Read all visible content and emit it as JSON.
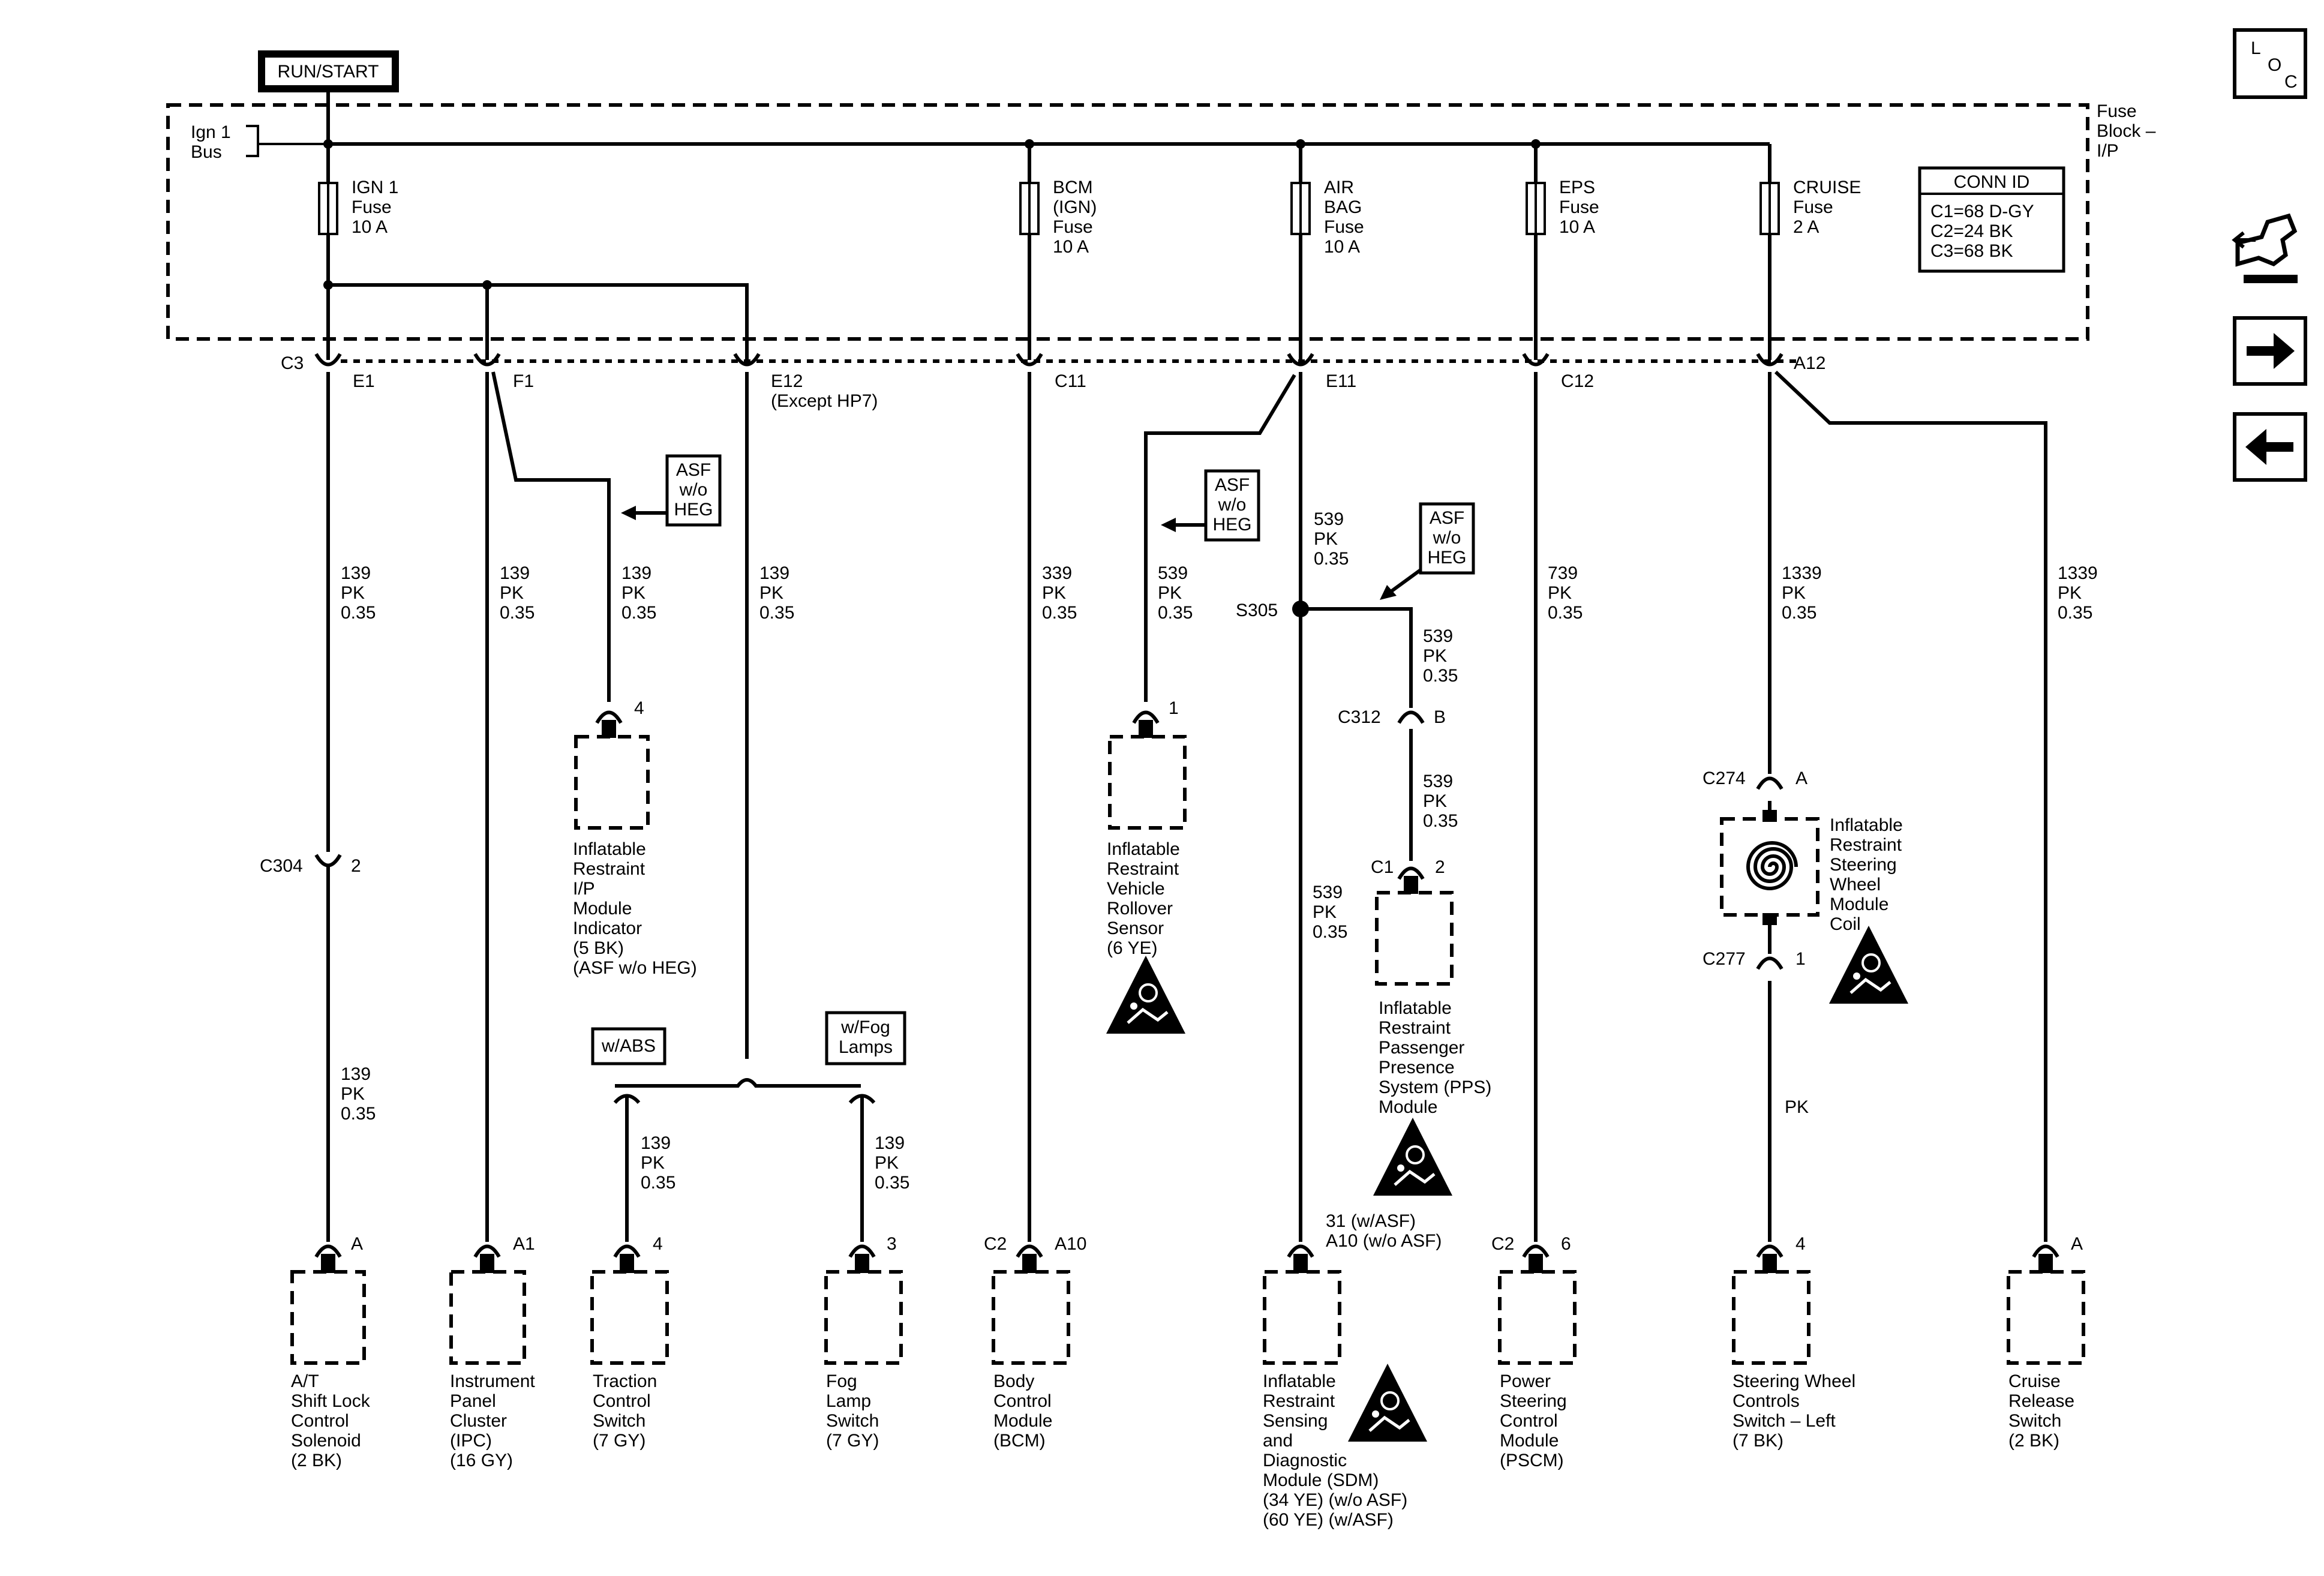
{
  "power_source": "RUN/START",
  "fuse_block": {
    "bus": [
      "Ign 1",
      "Bus"
    ],
    "name": [
      "Fuse",
      "Block –",
      "I/P"
    ],
    "fuses": [
      [
        "IGN 1",
        "Fuse",
        "10 A"
      ],
      [
        "BCM",
        "(IGN)",
        "Fuse",
        "10 A"
      ],
      [
        "AIR",
        "BAG",
        "Fuse",
        "10 A"
      ],
      [
        "EPS",
        "Fuse",
        "10 A"
      ],
      [
        "CRUISE",
        "Fuse",
        "2 A"
      ]
    ],
    "conn_id": {
      "title": "CONN ID",
      "rows": [
        "C1=68 D-GY",
        "C2=24 BK",
        "C3=68 BK"
      ]
    }
  },
  "connectors": {
    "C3": "C3",
    "E1": "E1",
    "F1": "F1",
    "E12": "E12",
    "E12_note": "(Except HP7)",
    "C11": "C11",
    "E11": "E11",
    "C12": "C12",
    "A12": "A12",
    "C304": "C304",
    "C304_pin": "2",
    "C312": "C312",
    "C312_pin": "B",
    "C274": "C274",
    "C274_pin": "A",
    "C277": "C277",
    "C277_pin": "1",
    "splice": "S305"
  },
  "option_boxes": {
    "asf": [
      "ASF",
      "w/o",
      "HEG"
    ],
    "abs": "w/ABS",
    "fog": [
      "w/Fog",
      "Lamps"
    ]
  },
  "wires": {
    "w139": [
      "139",
      "PK",
      "0.35"
    ],
    "w339": [
      "339",
      "PK",
      "0.35"
    ],
    "w539": [
      "539",
      "PK",
      "0.35"
    ],
    "w739": [
      "739",
      "PK",
      "0.35"
    ],
    "w1339": [
      "1339",
      "PK",
      "0.35"
    ],
    "pk": "PK"
  },
  "components": {
    "ip_indicator": {
      "pin": "4",
      "label": [
        "Inflatable",
        "Restraint",
        "I/P",
        "Module",
        "Indicator",
        "(5 BK)",
        "(ASF w/o HEG)"
      ]
    },
    "rollover": {
      "pin": "1",
      "label": [
        "Inflatable",
        "Restraint",
        "Vehicle",
        "Rollover",
        "Sensor",
        "(6 YE)"
      ]
    },
    "pps": {
      "conn": "C1",
      "pin": "2",
      "label": [
        "Inflatable",
        "Restraint",
        "Passenger",
        "Presence",
        "System (PPS)",
        "Module"
      ]
    },
    "coil": {
      "label": [
        "Inflatable",
        "Restraint",
        "Steering",
        "Wheel",
        "Module",
        "Coil"
      ]
    },
    "shift_lock": {
      "pin": "A",
      "label": [
        "A/T",
        "Shift Lock",
        "Control",
        "Solenoid",
        "(2 BK)"
      ]
    },
    "ipc": {
      "pin": "A1",
      "label": [
        "Instrument",
        "Panel",
        "Cluster",
        "(IPC)",
        "(16 GY)"
      ]
    },
    "traction": {
      "pin": "4",
      "label": [
        "Traction",
        "Control",
        "Switch",
        "(7 GY)"
      ]
    },
    "fog_switch": {
      "pin": "3",
      "label": [
        "Fog",
        "Lamp",
        "Switch",
        "(7 GY)"
      ]
    },
    "bcm": {
      "conn": "C2",
      "pin": "A10",
      "label": [
        "Body",
        "Control",
        "Module",
        "(BCM)"
      ]
    },
    "sdm": {
      "pin": [
        "31 (w/ASF)",
        "A10 (w/o ASF)"
      ],
      "label": [
        "Inflatable",
        "Restraint",
        "Sensing",
        "and",
        "Diagnostic",
        "Module (SDM)",
        "(34 YE) (w/o ASF)",
        "(60 YE) (w/ASF)"
      ]
    },
    "pscm": {
      "conn": "C2",
      "pin": "6",
      "label": [
        "Power",
        "Steering",
        "Control",
        "Module",
        "(PSCM)"
      ]
    },
    "swc": {
      "pin": "4",
      "label": [
        "Steering Wheel",
        "Controls",
        "Switch – Left",
        "(7 BK)"
      ]
    },
    "cruise_release": {
      "pin": "A",
      "label": [
        "Cruise",
        "Release",
        "Switch",
        "(2 BK)"
      ]
    }
  },
  "nav_icons": [
    "location-icon",
    "schematic-navigation-icon",
    "next-arrow-icon",
    "previous-arrow-icon"
  ],
  "loc_text": [
    "L",
    "O",
    "C"
  ]
}
